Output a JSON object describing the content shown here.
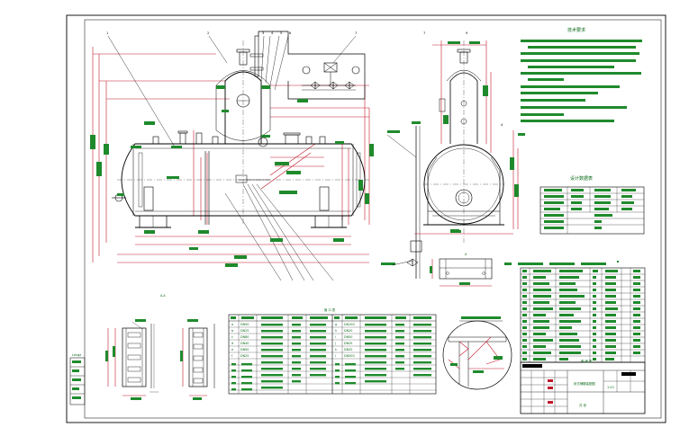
{
  "drawing": {
    "sheet_label_left": "Lenge",
    "section_label_aa": "A-A",
    "section_label_view": "A",
    "parts_table_title": "管 口 表",
    "notes_title": "技术要求",
    "design_data_title": "设计数据表",
    "bom_title": "明 细 表",
    "title_block_name": "卧式储罐装配图",
    "title_block_scale": "1:20",
    "title_block_sheet": "共 张"
  },
  "nozzle_rows": [
    {
      "code": "a",
      "dn": "DN50"
    },
    {
      "code": "b",
      "dn": "DN25"
    },
    {
      "code": "c",
      "dn": "DN80"
    },
    {
      "code": "d",
      "dn": "DN40"
    },
    {
      "code": "e",
      "dn": "DN50"
    },
    {
      "code": "f",
      "dn": "DN25"
    },
    {
      "code": "g",
      "dn": "DN100"
    },
    {
      "code": "h",
      "dn": "DN20"
    },
    {
      "code": "i",
      "dn": "DN50"
    },
    {
      "code": "j",
      "dn": "DN25"
    },
    {
      "code": "k",
      "dn": "DN32"
    },
    {
      "code": "l",
      "dn": "DN500"
    }
  ],
  "colors": {
    "linework": "#000000",
    "dimension": "#c0182a",
    "label": "#1f8a2c",
    "paper": "#ffffff"
  }
}
